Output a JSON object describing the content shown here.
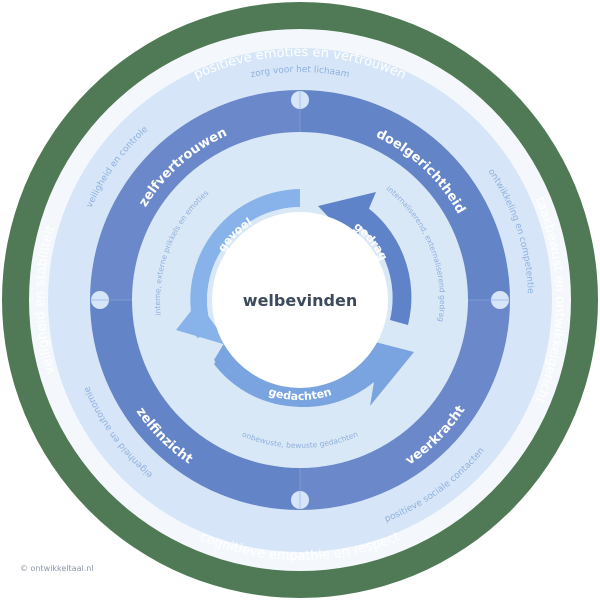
{
  "center": "welbevinden",
  "outer_ring": {
    "top": "positieve emoties en vertrouwen",
    "left": "veiligheid en stabiliteit",
    "right": "taakbewust en ontwikkelgericht",
    "bottom": "cognitieve empathie en respect"
  },
  "pale_ring": {
    "top": "zorg voor het lichaam",
    "left": "veiligheid en controle",
    "right": "ontwikkeling en competentie",
    "left_bottom": "eigenheid en autonomie",
    "bottom_right": "positieve sociale contacten"
  },
  "segments": {
    "top_left": "zelfvertrouwen",
    "top_right": "doelgerichtheid",
    "bottom_left": "zelfinzicht",
    "bottom_right": "veerkracht"
  },
  "inner_ring": {
    "left": "interne, externe prikkels en emoties",
    "right": "internaliserend, externaliserend gedrag",
    "bottom": "onbewuste, bewuste gedachten"
  },
  "cycle": {
    "feel": "gevoel",
    "act": "gedrag",
    "think": "gedachten"
  },
  "credit": "© ontwikkeltaal.nl",
  "colors": {
    "outer_green": "#4f7a55",
    "white_ring": "#f4f8fc",
    "pale_blue": "#d6e6f8",
    "segment_blue": "#6a88c9",
    "inner_pale": "#d9e8f7",
    "arrow_light": "#87b3ea",
    "arrow_mid": "#7aa4e0",
    "arrow_dark": "#5f83c8",
    "label_pale": "#8fb0dc",
    "center_text": "#3d4a5c"
  }
}
